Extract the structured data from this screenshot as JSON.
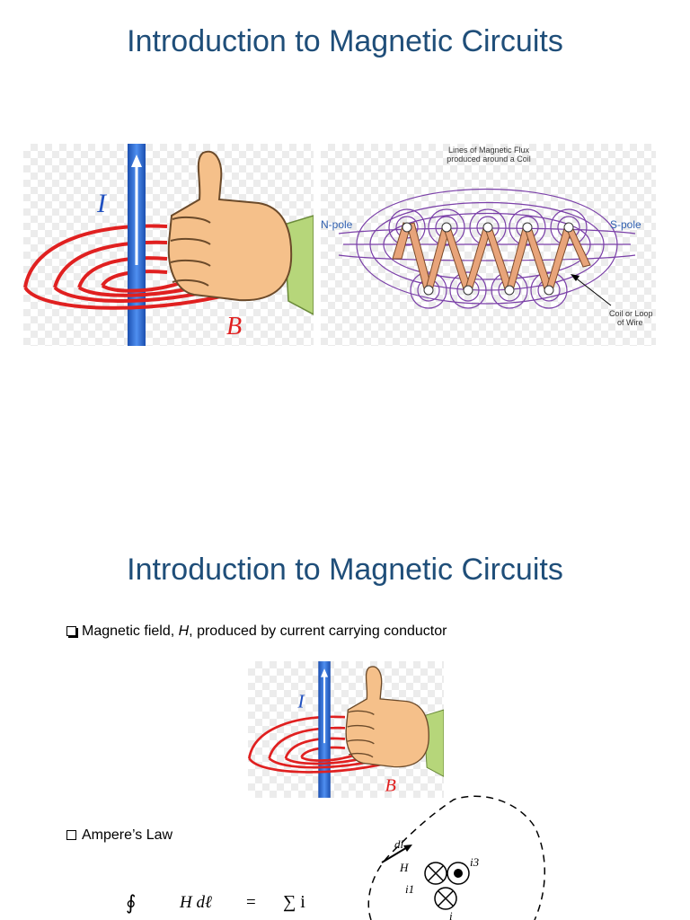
{
  "slide1": {
    "title": "Introduction to Magnetic Circuits",
    "right_hand_figure": {
      "current_label": "I",
      "field_label": "B"
    },
    "coil_figure": {
      "caption_line1": "Lines of Magnetic Flux",
      "caption_line2": "produced around a Coil",
      "n_pole": "N-pole",
      "s_pole": "S-pole",
      "coil_label_line1": "Coil or Loop",
      "coil_label_line2": "of Wire"
    }
  },
  "slide2": {
    "title": "Introduction to Magnetic Circuits",
    "bullet1": {
      "prefix": "Magnetic field, ",
      "symbol": "H",
      "suffix": ", produced by current carrying conductor"
    },
    "right_hand_figure": {
      "current_label": "I",
      "field_label": "B"
    },
    "bullet2": "Ampere’s Law",
    "equation": {
      "integral": "∮",
      "lhs": "H dℓ",
      "equals": "=",
      "rhs": "∑ i"
    },
    "loop_figure": {
      "dl": "dl",
      "h": "H",
      "i1": "i1",
      "i3": "i3",
      "i_partial": "i"
    }
  },
  "colors": {
    "title": "#1f4e79",
    "rod": "#2f6fd0",
    "field": "#e02020",
    "flux": "#7a3fa8",
    "coil": "#e8a47a"
  }
}
